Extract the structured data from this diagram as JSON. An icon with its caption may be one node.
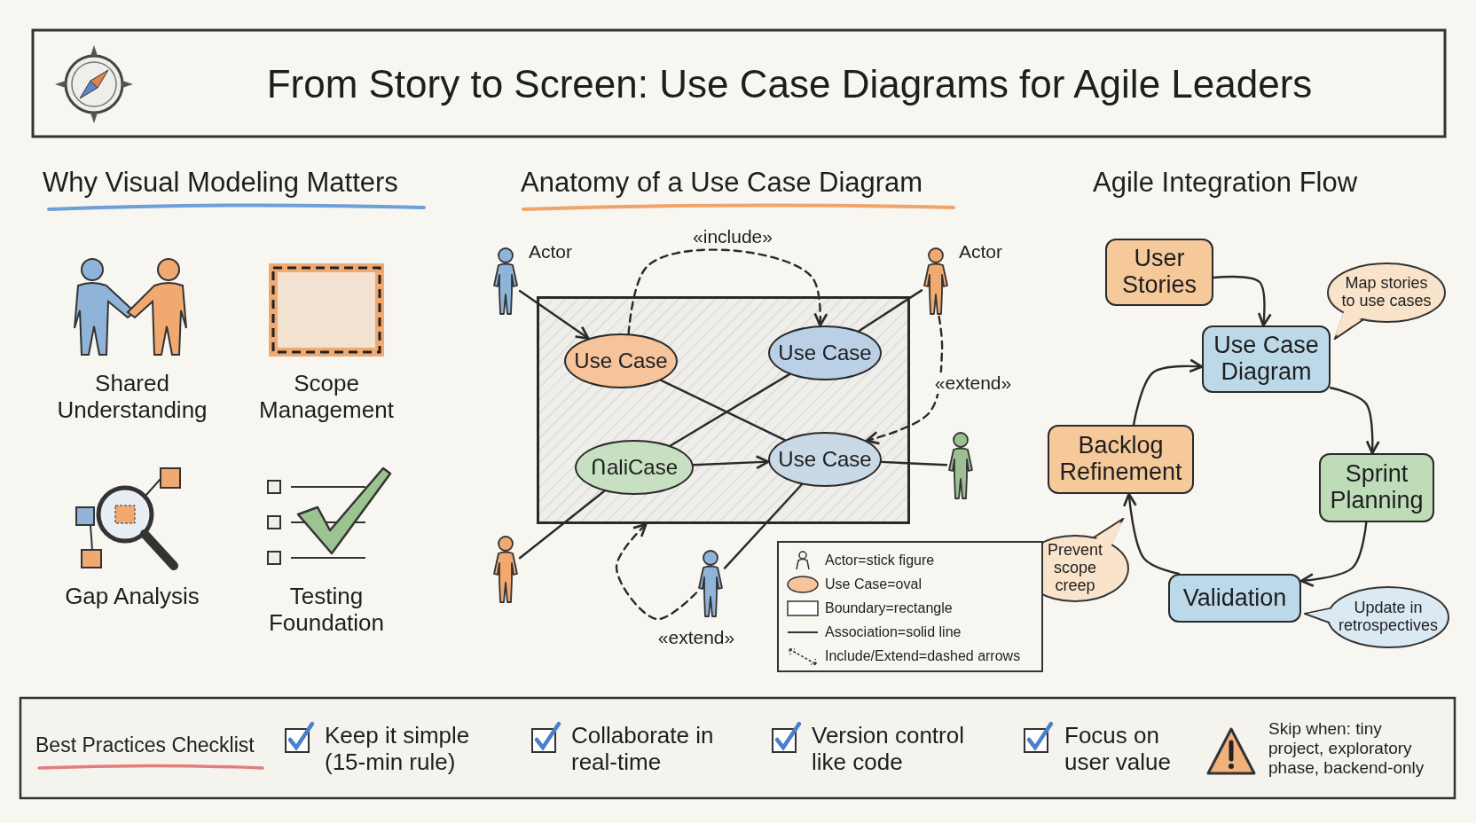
{
  "diagram": {
    "title": "From Story to Screen: Use Case Diagrams for Agile Leaders",
    "nodes": [
      {
        "text": [],
        "shape": "box"
      },
      {
        "text": [
          "Use Case"
        ],
        "in": 0
      },
      {
        "text": [
          "Use Case"
        ],
        "in": 0
      },
      {
        "text": [
          "ՈaliCase"
        ],
        "in": 0
      },
      {
        "text": [
          "Use Case"
        ],
        "in": 0
      },
      {
        "text": [
          "Actor"
        ]
      },
      {
        "text": [
          "Actor"
        ]
      },
      {
        "text": [],
        "shape": "person"
      },
      {
        "text": [],
        "shape": "person"
      },
      {
        "text": [],
        "shape": "person"
      },
      {
        "text": [
          "User Stories"
        ]
      },
      {
        "text": [
          "Use Case Diagram"
        ]
      },
      {
        "text": [
          "Sprint Planning"
        ]
      },
      {
        "text": [
          "Validation"
        ]
      },
      {
        "text": [
          "Backlog Refinement"
        ]
      },
      {
        "text": [
          "Map stories to use cases"
        ]
      },
      {
        "text": [
          "Prevent scope creep"
        ]
      },
      {
        "text": [
          "Update in retrospectives"
        ]
      }
    ],
    "edges": [
      {
        "from": 5,
        "to": 1,
        "arrow": "to"
      },
      {
        "from": 1,
        "to": 2,
        "arrow": "to",
        "label": "«include»",
        "style": "dashed"
      },
      {
        "from": 6,
        "to": 2,
        "arrow": "none"
      },
      {
        "from": 6,
        "to": 4,
        "arrow": "to",
        "label": "«extend»",
        "style": "dashed"
      },
      {
        "from": 1,
        "to": 4,
        "arrow": "none"
      },
      {
        "from": 3,
        "to": 2,
        "arrow": "none"
      },
      {
        "from": 3,
        "to": 4,
        "arrow": "to"
      },
      {
        "from": 4,
        "to": 7,
        "arrow": "none"
      },
      {
        "from": 3,
        "to": 8,
        "arrow": "none"
      },
      {
        "from": 4,
        "to": 9,
        "arrow": "none"
      },
      {
        "from": 9,
        "to": 0,
        "arrow": "to",
        "label": "«extend»",
        "style": "dashed"
      },
      {
        "from": 10,
        "to": 11,
        "arrow": "to"
      },
      {
        "from": 11,
        "to": 12,
        "arrow": "to"
      },
      {
        "from": 12,
        "to": 13,
        "arrow": "to"
      },
      {
        "from": 13,
        "to": 14,
        "arrow": "to"
      },
      {
        "from": 14,
        "to": 11,
        "arrow": "to"
      }
    ],
    "labels": [
      "Why Visual Modeling Matters",
      "Anatomy of a Use Case Diagram",
      "Agile Integration Flow",
      "Shared Understanding",
      "Scope Management",
      "Gap Analysis",
      "Testing Foundation",
      "Best Practices Checklist",
      "Keep it simple (15-min rule)",
      "Collaborate in real-time",
      "Version control like code",
      "Focus on user value",
      "Skip when: tiny project, exploratory phase, backend-only"
    ],
    "legend": [
      {
        "text": "Actor=stick figure"
      },
      {
        "text": "Use Case=oval",
        "color": "#f4c49a"
      },
      {
        "text": "Boundary=rectangle"
      },
      {
        "text": "Association=solid line"
      },
      {
        "text": "Include/Extend=dashed arrows"
      }
    ]
  }
}
